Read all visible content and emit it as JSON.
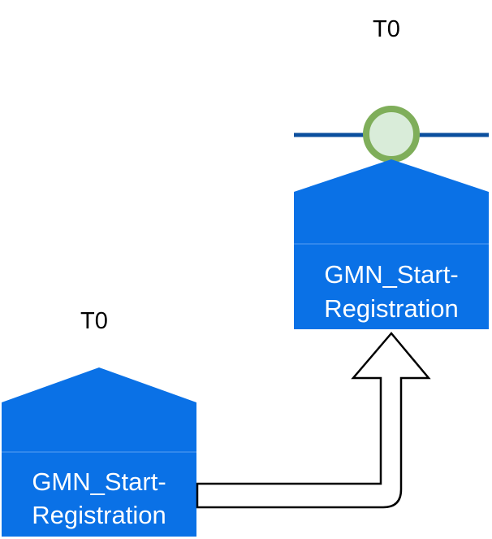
{
  "colors": {
    "block_fill": "#0a71e6",
    "block_divider": "#3f8fee",
    "timeline": "#0b4f9e",
    "node_fill": "#d9ecd9",
    "node_stroke": "#7fae5a",
    "arrow_fill": "#ffffff",
    "arrow_stroke": "#000000"
  },
  "blocks": [
    {
      "time_label": "T0",
      "label_line1": "GMN_Start-",
      "label_line2": "Registration"
    },
    {
      "time_label": "T0",
      "label_line1": "GMN_Start-",
      "label_line2": "Registration"
    }
  ],
  "timeline": {
    "icon": "circle-node"
  },
  "connector": {
    "icon": "bent-arrow"
  }
}
